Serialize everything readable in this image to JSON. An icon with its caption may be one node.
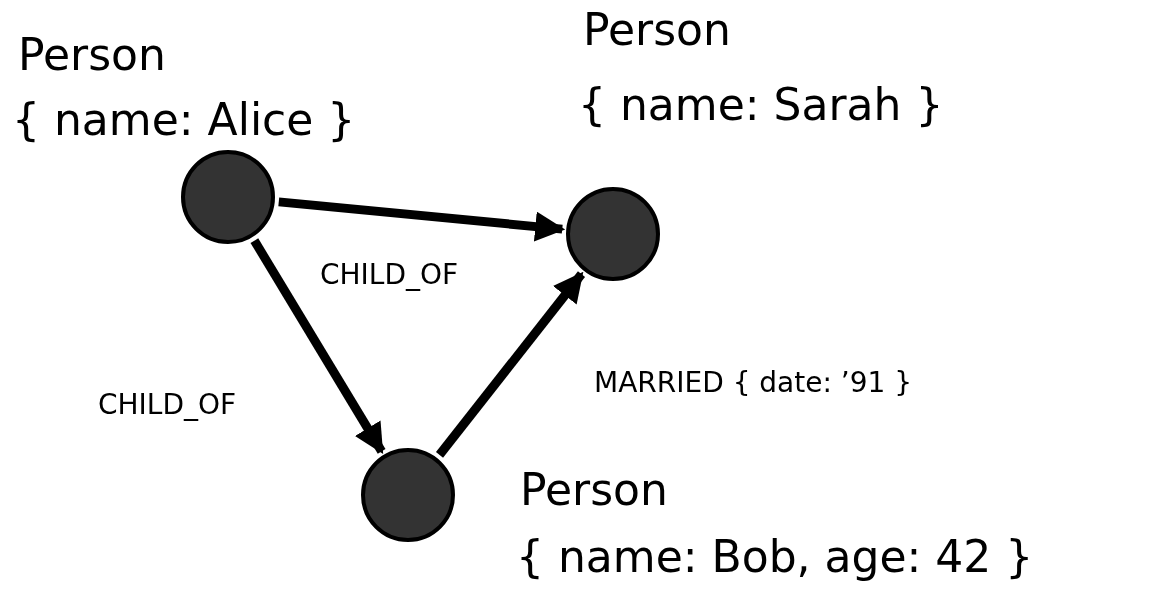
{
  "diagram": {
    "nodes": [
      {
        "text": [],
        "shape": "circle",
        "beside": [
          "Person",
          "{ name: Alice }"
        ]
      },
      {
        "text": [],
        "shape": "circle",
        "beside": [
          "Person",
          "{ name: Sarah }"
        ]
      },
      {
        "text": [],
        "shape": "circle",
        "beside": [
          "Person",
          "{ name: Bob, age: 42 }"
        ]
      }
    ],
    "edges": [
      {
        "from": 0,
        "to": 1,
        "arrow": "to",
        "label": "CHILD_OF"
      },
      {
        "from": 0,
        "to": 2,
        "arrow": "to",
        "label": "CHILD_OF"
      },
      {
        "from": 2,
        "to": 1,
        "arrow": "to",
        "label": "MARRIED { date: ’91 }"
      }
    ]
  }
}
